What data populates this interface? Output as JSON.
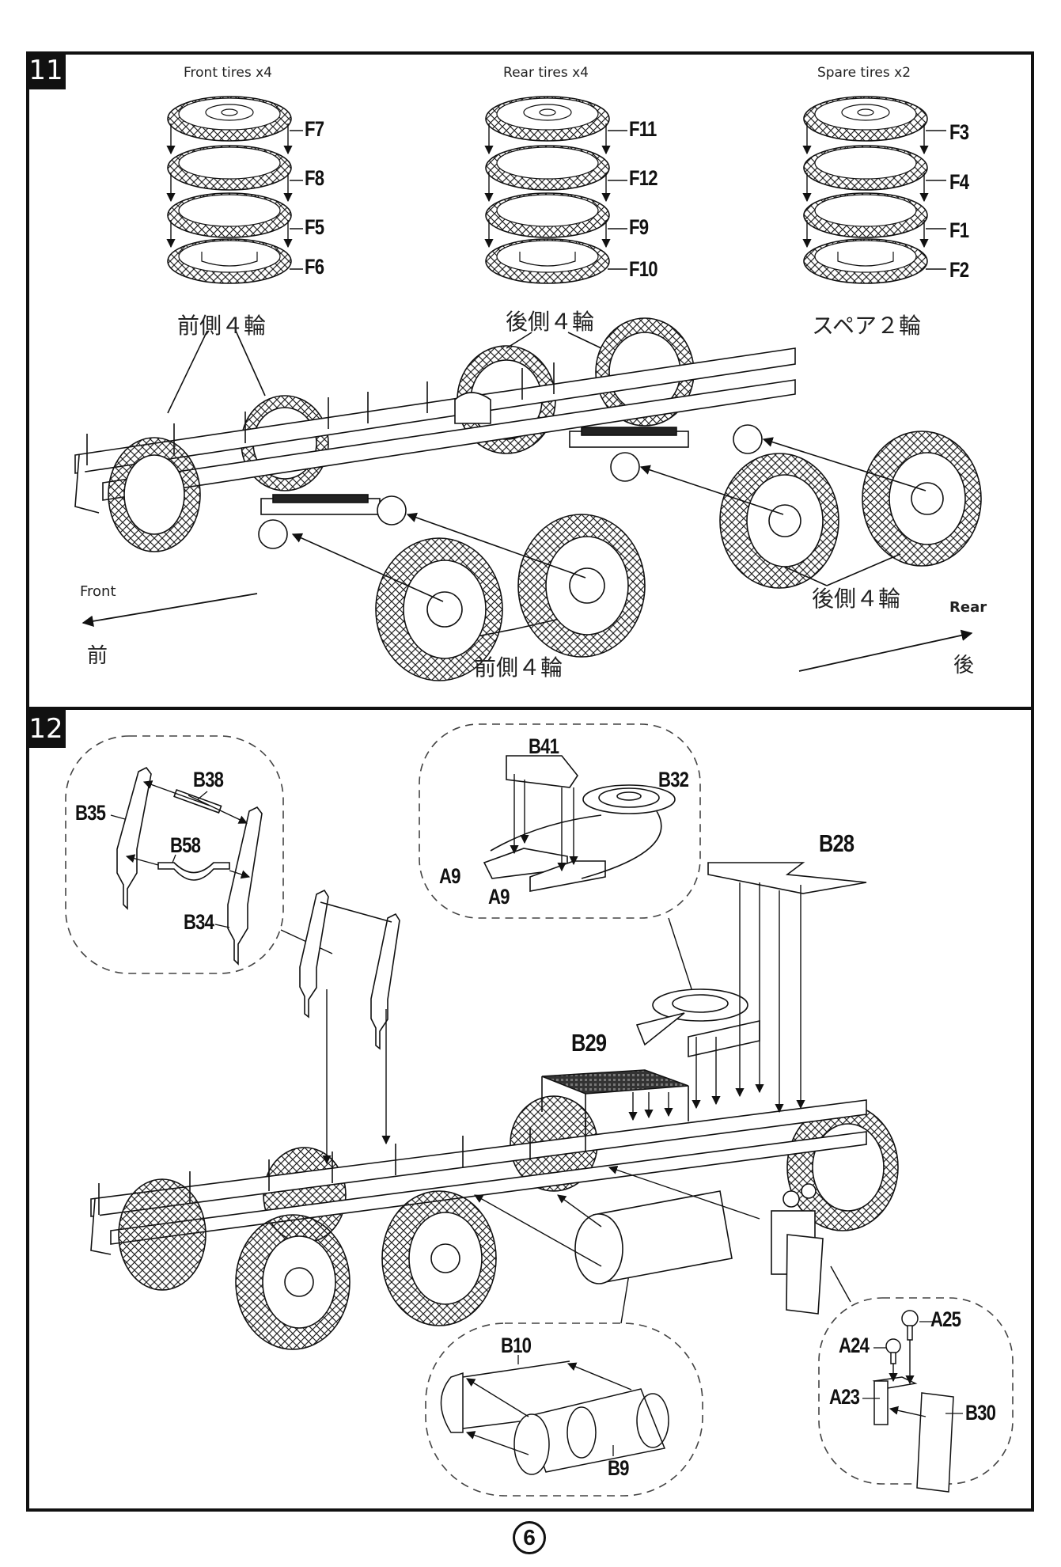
{
  "page_number": "6",
  "steps": [
    {
      "number": "11",
      "captions": {
        "front_tires": "Front tires x4",
        "rear_tires": "Rear tires x4",
        "spare_tires": "Spare tires x2"
      },
      "tire_stacks": [
        {
          "name": "front",
          "parts": [
            "F7",
            "F8",
            "F5",
            "F6"
          ],
          "jp_label": "前側４輪"
        },
        {
          "name": "rear",
          "parts": [
            "F11",
            "F12",
            "F9",
            "F10"
          ],
          "jp_label": "後側４輪"
        },
        {
          "name": "spare",
          "parts": [
            "F3",
            "F4",
            "F1",
            "F2"
          ],
          "jp_label": "スペア２輪"
        }
      ],
      "chassis_labels": {
        "front_wheels_top_jp": "前側４輪",
        "rear_wheels_top_jp": "後側４輪",
        "front_wheels_bottom_jp": "前側４輪",
        "rear_wheels_bottom_jp": "後側４輪"
      },
      "direction": {
        "front_en": "Front",
        "front_jp": "前",
        "rear_en": "Rear",
        "rear_jp": "後"
      }
    },
    {
      "number": "12",
      "callouts": {
        "stanchion": {
          "parts": [
            "B38",
            "B35",
            "B58",
            "B34"
          ]
        },
        "fifth_wheel": {
          "parts": [
            "B41",
            "B32",
            "A9",
            "A9"
          ]
        },
        "fuel_tank": {
          "parts": [
            "B10",
            "B9"
          ]
        },
        "mudflap": {
          "parts": [
            "A25",
            "A24",
            "A23",
            "B30"
          ]
        }
      },
      "main_parts": {
        "deck": "B28",
        "step": "B29"
      }
    }
  ]
}
